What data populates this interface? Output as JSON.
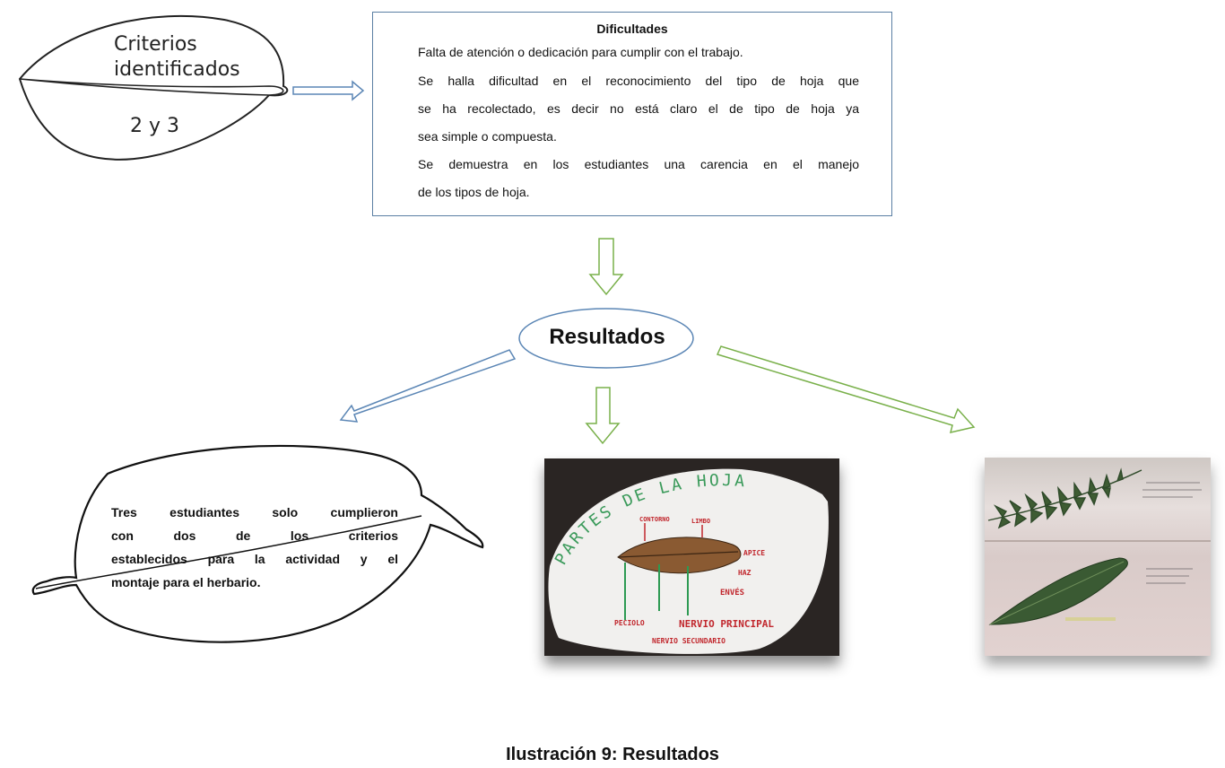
{
  "leaf_top_left": {
    "line1": "Criterios",
    "line2": "identificados",
    "line3": "2 y 3"
  },
  "dificultades": {
    "title": "Dificultades",
    "lines": [
      "Falta de atención o dedicación para cumplir con el trabajo.",
      "Se halla dificultad en el reconocimiento del tipo de hoja que",
      "se ha recolectado, es decir no está claro el de tipo de hoja ya",
      "sea  simple o compuesta.",
      "Se demuestra en los estudiantes una carencia en el manejo",
      "de los tipos de hoja."
    ]
  },
  "resultados": {
    "label": "Resultados"
  },
  "leaf_bottom_left": {
    "lines": [
      "Tres estudiantes solo cumplieron",
      "con dos de los criterios",
      "establecidos para la actividad y el",
      "montaje para el herbario."
    ]
  },
  "photo_partes": {
    "title": "PARTES DE LA HOJA",
    "labels": {
      "contorno": "CONTORNO",
      "limbo": "LIMBO",
      "apice": "APICE",
      "haz": "HAZ",
      "enves": "ENVÉS",
      "peciolo": "PECIOLO",
      "nervio_principal": "NERVIO PRINCIPAL",
      "nervio_secundario": "NERVIO SECUNDARIO"
    }
  },
  "caption": "Ilustración 9: Resultados",
  "colors": {
    "blue_arrow": "#5b86b5",
    "green_arrow": "#79b04a",
    "box_border": "#5b7fa3"
  }
}
